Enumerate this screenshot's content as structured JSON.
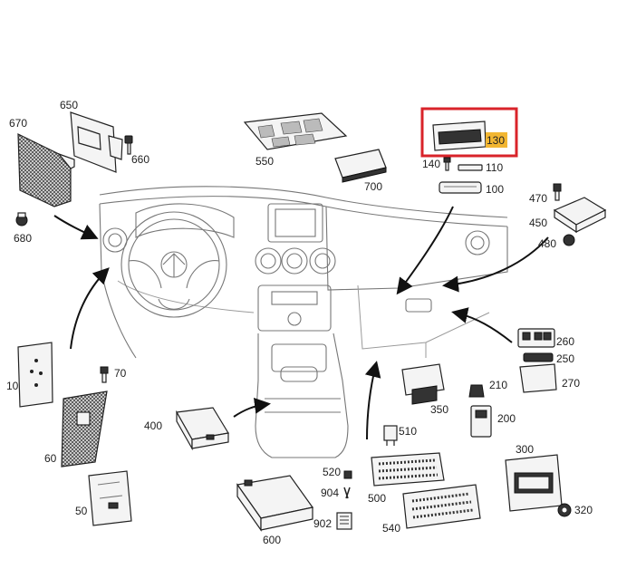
{
  "diagram": {
    "callouts": {
      "c670": "670",
      "c650": "650",
      "c660": "660",
      "c680": "680",
      "c550": "550",
      "c700": "700",
      "c130": "130",
      "c140": "140",
      "c110": "110",
      "c100": "100",
      "c470": "470",
      "c450": "450",
      "c480": "480",
      "c10": "10",
      "c70": "70",
      "c60": "60",
      "c50": "50",
      "c400": "400",
      "c600": "600",
      "c260": "260",
      "c250": "250",
      "c270": "270",
      "c350": "350",
      "c210": "210",
      "c200": "200",
      "c510": "510",
      "c520": "520",
      "c904": "904",
      "c902": "902",
      "c500": "500",
      "c540": "540",
      "c300": "300",
      "c320": "320"
    },
    "highlight": {
      "target": "130",
      "frame_color": "#d9232a",
      "tag_color": "#f2b632"
    },
    "colors": {
      "line": "#222222",
      "ghost": "#777777"
    }
  }
}
